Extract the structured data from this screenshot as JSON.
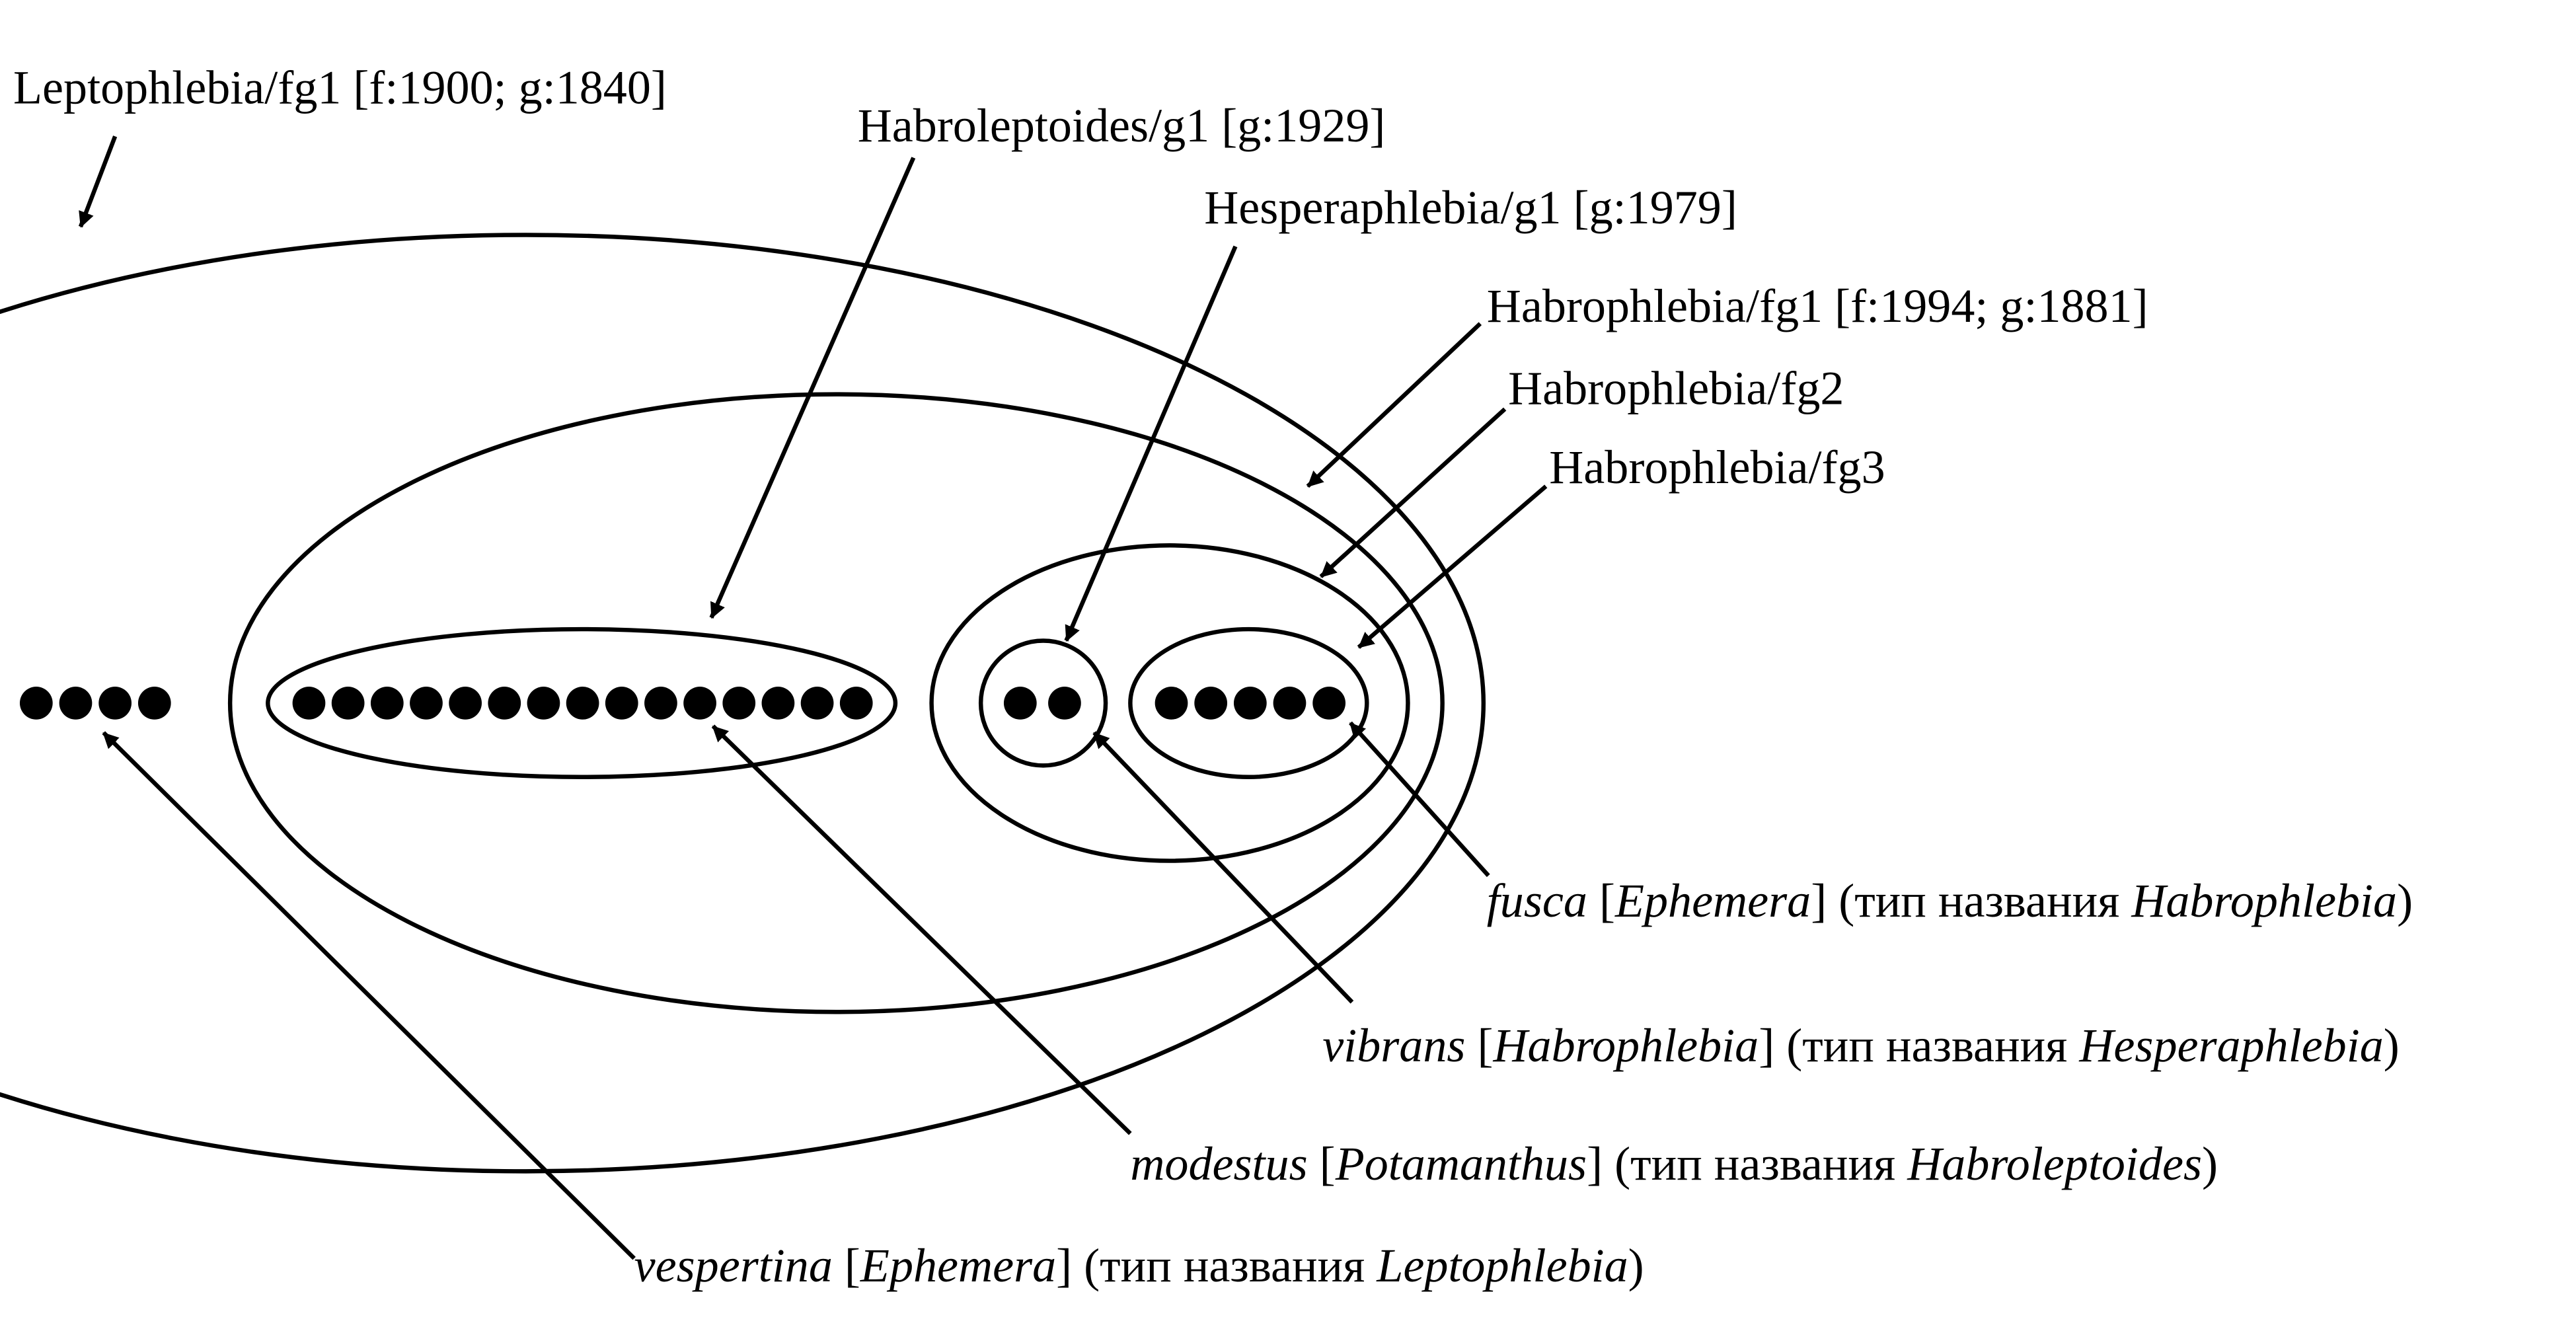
{
  "colors": {
    "ink": "#000000",
    "background": "#ffffff"
  },
  "taxa_labels": {
    "leptophlebia": "Leptophlebia/fg1 [f:1900; g:1840]",
    "habroleptoides": "Habroleptoides/g1 [g:1929]",
    "hesperaphlebia": "Hesperaphlebia/g1 [g:1979]",
    "habrophlebia_fg1": "Habrophlebia/fg1 [f:1994; g:1881]",
    "habrophlebia_fg2": "Habrophlebia/fg2",
    "habrophlebia_fg3": "Habrophlebia/fg3"
  },
  "type_labels": {
    "fusca": {
      "species": "fusca",
      "b1": " [",
      "genus": "Ephemera",
      "b2": "] (тип названия ",
      "type_of": "Habrophlebia",
      "b3": ")"
    },
    "vibrans": {
      "species": "vibrans",
      "b1": " [",
      "genus": "Habrophlebia",
      "b2": "] (тип названия ",
      "type_of": "Hesperaphlebia",
      "b3": ")"
    },
    "modestus": {
      "species": "modestus",
      "b1": " [",
      "genus": "Potamanthus",
      "b2": "] (тип названия ",
      "type_of": "Habroleptoides",
      "b3": ")"
    },
    "vespertina": {
      "species": "vespertina",
      "b1": " [",
      "genus": "Ephemera",
      "b2": "] (тип названия ",
      "type_of": "Leptophlebia",
      "b3": ")"
    }
  },
  "species_dot_counts": {
    "leptophlebia_other": 4,
    "habroleptoides": 15,
    "hesperaphlebia": 2,
    "habrophlebia_fg3": 5
  }
}
